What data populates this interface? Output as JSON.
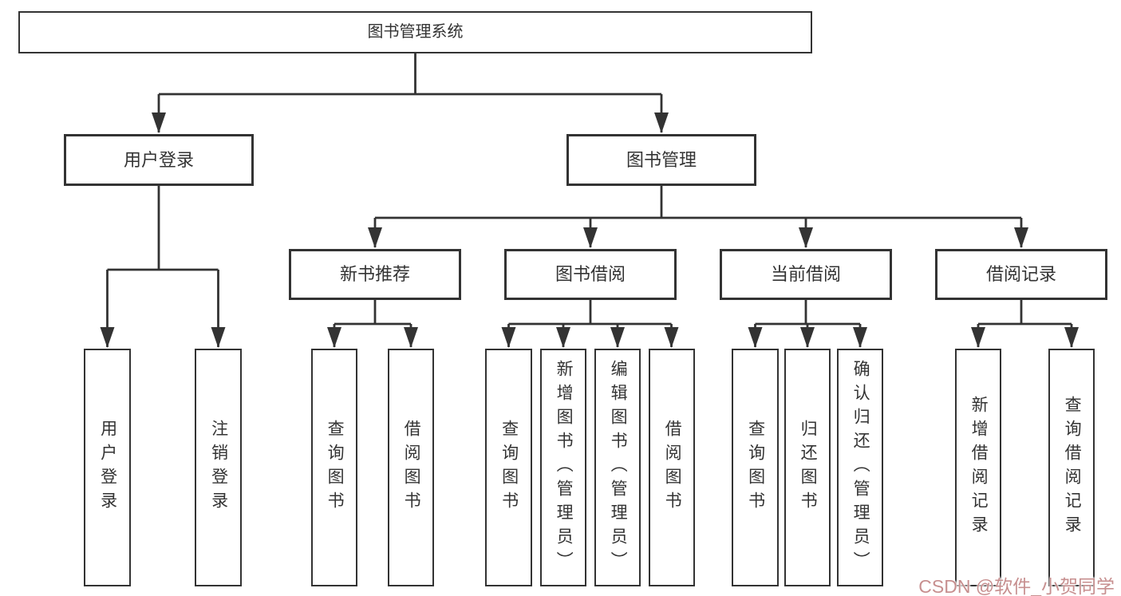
{
  "nodes": {
    "root": "图书管理系统",
    "user_login": "用户登录",
    "book_management": "图书管理",
    "new_book_recommend": "新书推荐",
    "book_borrow": "图书借阅",
    "current_borrow": "当前借阅",
    "borrow_records": "借阅记录",
    "leaf_user_login": "用户登录",
    "leaf_logout": "注销登录",
    "rec_query_book": "查询图书",
    "rec_borrow_book": "借阅图书",
    "bb_query_book": "查询图书",
    "bb_add_book": "新增图书（管理员）",
    "bb_edit_book": "编辑图书（管理员）",
    "bb_borrow_book": "借阅图书",
    "cb_query_book": "查询图书",
    "cb_return_book": "归还图书",
    "cb_confirm_return": "确认归还（管理员）",
    "br_add_record": "新增借阅记录",
    "br_query_record": "查询借阅记录"
  },
  "watermark": {
    "text": "CSDN @软件_小贺同学",
    "color": "#c78f8f"
  },
  "colors": {
    "line": "#333333",
    "border": "#333333",
    "text": "#333333",
    "background": "#ffffff"
  }
}
